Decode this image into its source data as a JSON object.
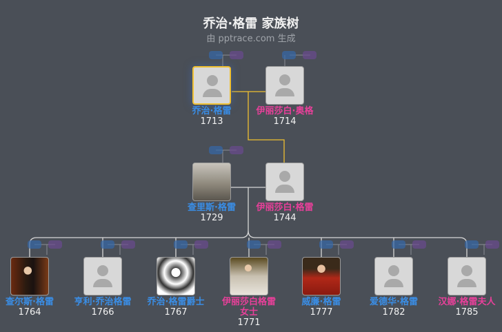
{
  "header": {
    "title": "乔治·格雷 家族树",
    "subtitle": "由 pptrace.com 生成"
  },
  "colors": {
    "male": "#3a8ee6",
    "female": "#e8409a",
    "selected_border": "#f0c030",
    "line": "#d8d8d8",
    "spouse_line": "#f0c030"
  },
  "people": [
    {
      "name": "乔治·格雷",
      "year": "1713",
      "gender": "m",
      "photo": false,
      "selected": true
    },
    {
      "name": "伊丽莎白·奥格",
      "year": "1714",
      "gender": "f",
      "photo": false
    },
    {
      "name": "查里斯·格雷",
      "year": "1729",
      "gender": "m",
      "photo": "engraving"
    },
    {
      "name": "伊丽莎白·格雷",
      "year": "1744",
      "gender": "f",
      "photo": false
    },
    {
      "name": "查尔斯·格雷",
      "year": "1764",
      "gender": "m",
      "photo": "portrait-dark"
    },
    {
      "name": "亨利·乔治格雷",
      "year": "1766",
      "gender": "m",
      "photo": false
    },
    {
      "name": "乔治·格雷爵士",
      "year": "1767",
      "gender": "m",
      "photo": "sketch"
    },
    {
      "name": "伊丽莎白格雷女士",
      "year": "1771",
      "gender": "f",
      "photo": "portrait-light"
    },
    {
      "name": "威廉·格雷",
      "year": "1777",
      "gender": "m",
      "photo": "portrait-red"
    },
    {
      "name": "爱德华·格雷",
      "year": "1782",
      "gender": "m",
      "photo": false
    },
    {
      "name": "汉娜·格雷夫人",
      "year": "1785",
      "gender": "f",
      "photo": false
    }
  ]
}
